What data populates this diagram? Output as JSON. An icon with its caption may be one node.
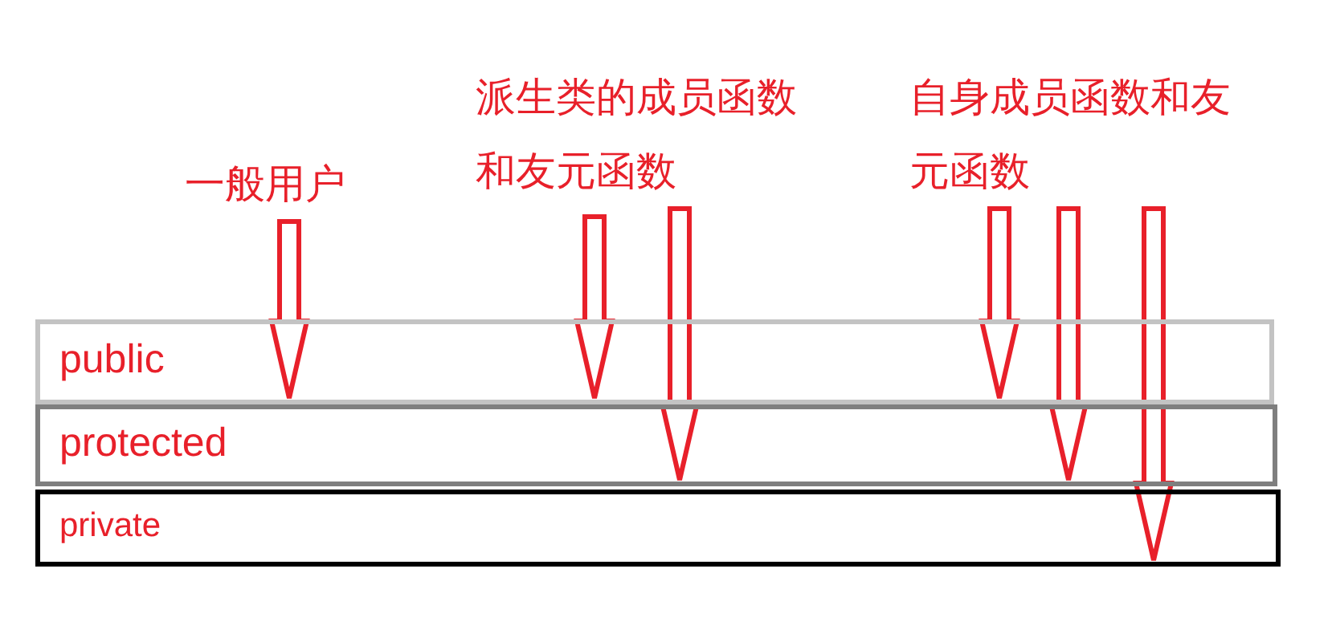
{
  "diagram": {
    "nodes": [
      {
        "text": [
          "一般用户"
        ]
      },
      {
        "text": [
          "派生类的成员函数和友元函数"
        ]
      },
      {
        "text": [
          "自身成员函数和友元函数"
        ]
      },
      {
        "text": [
          "public"
        ]
      },
      {
        "text": [
          "protected"
        ]
      },
      {
        "text": [
          "private"
        ]
      }
    ],
    "edges": [
      {
        "from": 0,
        "to": 3,
        "arrow": "to"
      },
      {
        "from": 1,
        "to": 3,
        "arrow": "to"
      },
      {
        "from": 1,
        "to": 4,
        "arrow": "to"
      },
      {
        "from": 2,
        "to": 3,
        "arrow": "to"
      },
      {
        "from": 2,
        "to": 4,
        "arrow": "to"
      },
      {
        "from": 2,
        "to": 5,
        "arrow": "to"
      }
    ]
  }
}
